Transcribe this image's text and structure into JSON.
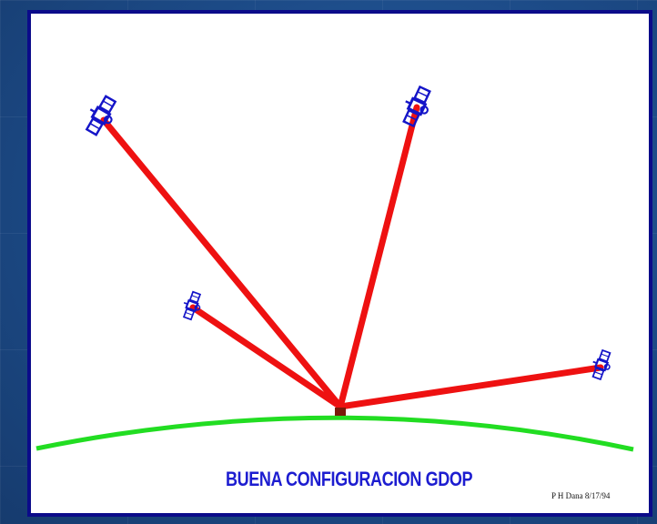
{
  "slide": {
    "caption": "BUENA CONFIGURACION GDOP",
    "credit": "P H Dana 8/17/94"
  },
  "diagram": {
    "elements": [
      "earth-horizon",
      "receiver",
      "satellite-1",
      "satellite-2",
      "satellite-3",
      "satellite-4"
    ],
    "colors": {
      "frame": "#0b0b8a",
      "ranging_lines": "#ee1111",
      "horizon": "#22dd22",
      "satellites": "#1414c8",
      "receiver": "#7a1a0a",
      "caption": "#1d1dd0",
      "background": "#1d4f8e"
    }
  }
}
